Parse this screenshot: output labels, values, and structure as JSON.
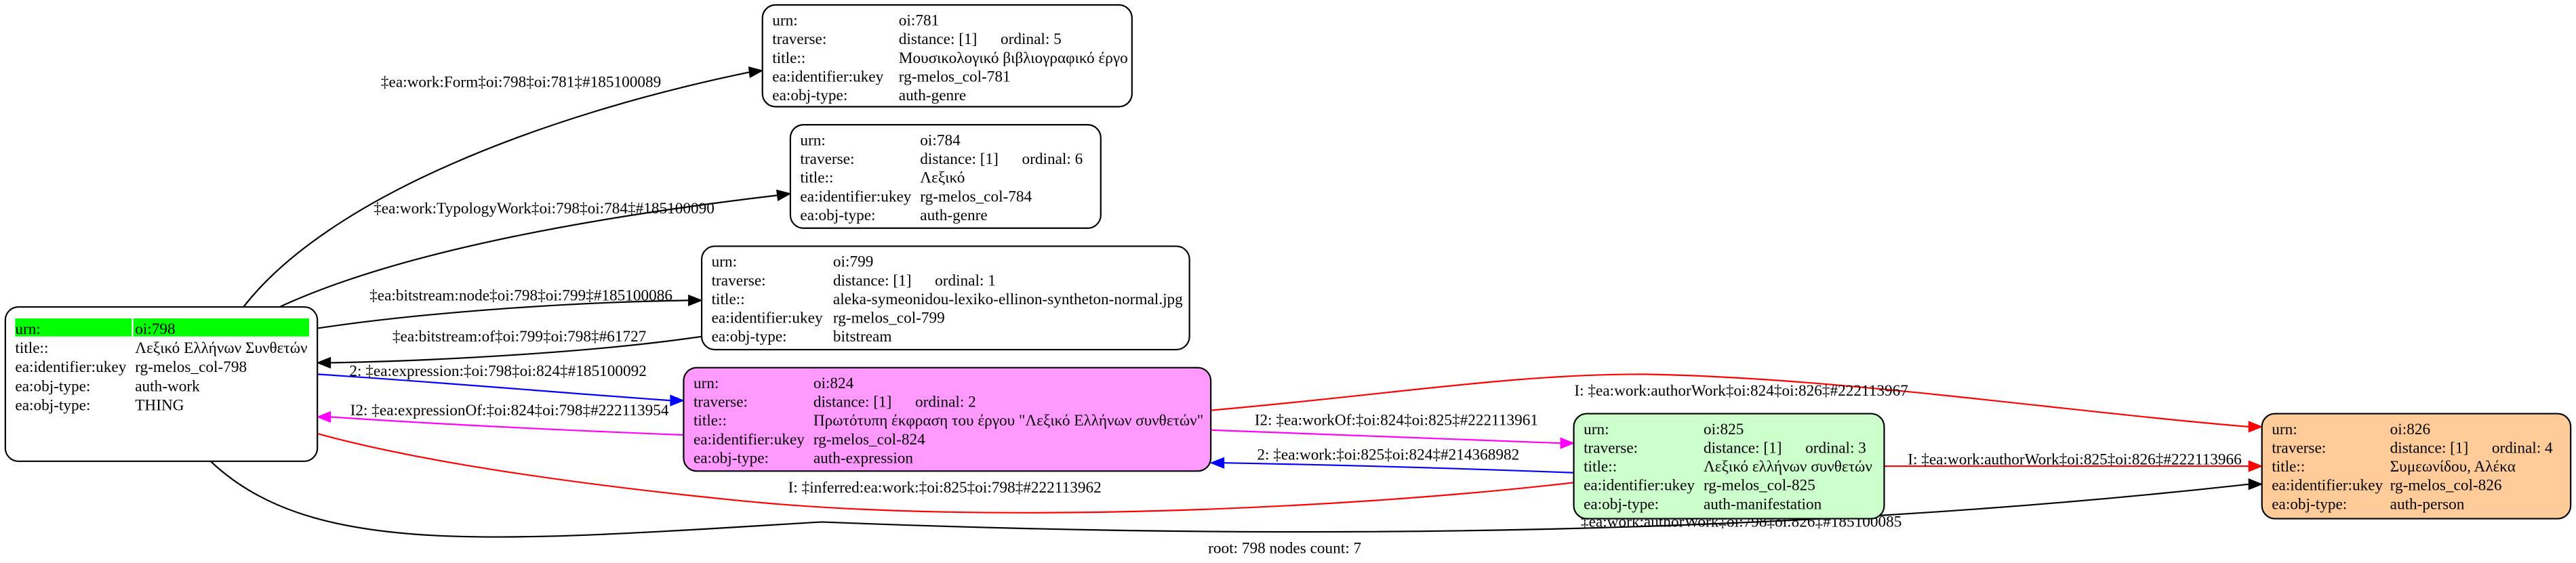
{
  "colors": {
    "root_highlight": "#00ff00",
    "expression_fill": "#ff99ff",
    "manifestation_fill": "#ccffcc",
    "person_fill": "#ffcc99",
    "default_fill": "#ffffff",
    "edge_black": "#000000",
    "edge_blue": "#0000ff",
    "edge_magenta": "#ff00ff",
    "edge_red": "#ff0000"
  },
  "nodes": {
    "n781": {
      "fill": "default_fill",
      "rows": [
        {
          "k": "urn:",
          "v": "oi:781"
        },
        {
          "k": "traverse:",
          "v": "distance: [1]",
          "v2": "ordinal: 5"
        },
        {
          "k": "title::",
          "v": "Μουσικολογικό βιβλιογραφικό έργο"
        },
        {
          "k": "ea:identifier:ukey",
          "v": "rg-melos_col-781"
        },
        {
          "k": "ea:obj-type:",
          "v": "auth-genre"
        }
      ]
    },
    "n784": {
      "fill": "default_fill",
      "rows": [
        {
          "k": "urn:",
          "v": "oi:784"
        },
        {
          "k": "traverse:",
          "v": "distance: [1]",
          "v2": "ordinal: 6"
        },
        {
          "k": "title::",
          "v": "Λεξικό"
        },
        {
          "k": "ea:identifier:ukey",
          "v": "rg-melos_col-784"
        },
        {
          "k": "ea:obj-type:",
          "v": "auth-genre"
        }
      ]
    },
    "n799": {
      "fill": "default_fill",
      "rows": [
        {
          "k": "urn:",
          "v": "oi:799"
        },
        {
          "k": "traverse:",
          "v": "distance: [1]",
          "v2": "ordinal: 1"
        },
        {
          "k": "title::",
          "v": "aleka-symeonidou-lexiko-ellinon-syntheton-normal.jpg"
        },
        {
          "k": "ea:identifier:ukey",
          "v": "rg-melos_col-799"
        },
        {
          "k": "ea:obj-type:",
          "v": "bitstream"
        }
      ]
    },
    "n798": {
      "fill": "default_fill",
      "root": true,
      "rows": [
        {
          "k": "urn:",
          "v": "oi:798"
        },
        {
          "k": "title::",
          "v": "Λεξικό Ελλήνων Συνθετών"
        },
        {
          "k": "ea:identifier:ukey",
          "v": "rg-melos_col-798"
        },
        {
          "k": "ea:obj-type:",
          "v": "auth-work"
        },
        {
          "k": "ea:obj-type:",
          "v": "THING"
        }
      ]
    },
    "n824": {
      "fill": "expression_fill",
      "rows": [
        {
          "k": "urn:",
          "v": "oi:824"
        },
        {
          "k": "traverse:",
          "v": "distance: [1]",
          "v2": "ordinal: 2"
        },
        {
          "k": "title::",
          "v": "Πρωτότυπη έκφραση του έργου \"Λεξικό Ελλήνων συνθετών\""
        },
        {
          "k": "ea:identifier:ukey",
          "v": "rg-melos_col-824"
        },
        {
          "k": "ea:obj-type:",
          "v": "auth-expression"
        }
      ]
    },
    "n825": {
      "fill": "manifestation_fill",
      "rows": [
        {
          "k": "urn:",
          "v": "oi:825"
        },
        {
          "k": "traverse:",
          "v": "distance: [1]",
          "v2": "ordinal: 3"
        },
        {
          "k": "title::",
          "v": "Λεξικό ελλήνων συνθετών"
        },
        {
          "k": "ea:identifier:ukey",
          "v": "rg-melos_col-825"
        },
        {
          "k": "ea:obj-type:",
          "v": "auth-manifestation"
        }
      ]
    },
    "n826": {
      "fill": "person_fill",
      "rows": [
        {
          "k": "urn:",
          "v": "oi:826"
        },
        {
          "k": "traverse:",
          "v": "distance: [1]",
          "v2": "ordinal: 4"
        },
        {
          "k": "title::",
          "v": "Συμεωνίδου, Αλέκα"
        },
        {
          "k": "ea:identifier:ukey",
          "v": "rg-melos_col-826"
        },
        {
          "k": "ea:obj-type:",
          "v": "auth-person"
        }
      ]
    }
  },
  "edges": [
    {
      "id": "e1",
      "from": "n798",
      "to": "n781",
      "color": "edge_black",
      "label": "‡ea:work:Form‡oi:798‡oi:781‡#185100089"
    },
    {
      "id": "e2",
      "from": "n798",
      "to": "n784",
      "color": "edge_black",
      "label": "‡ea:work:TypologyWork‡oi:798‡oi:784‡#185100090"
    },
    {
      "id": "e3",
      "from": "n798",
      "to": "n799",
      "color": "edge_black",
      "label": "‡ea:bitstream:node‡oi:798‡oi:799‡#185100086"
    },
    {
      "id": "e4",
      "from": "n799",
      "to": "n798",
      "color": "edge_black",
      "label": "‡ea:bitstream:of‡oi:799‡oi:798‡#61727"
    },
    {
      "id": "e5",
      "from": "n798",
      "to": "n824",
      "color": "edge_blue",
      "label": "2: ‡ea:expression:‡oi:798‡oi:824‡#185100092"
    },
    {
      "id": "e6",
      "from": "n824",
      "to": "n798",
      "color": "edge_magenta",
      "label": "I2: ‡ea:expressionOf:‡oi:824‡oi:798‡#222113954"
    },
    {
      "id": "e7",
      "from": "n824",
      "to": "n826",
      "color": "edge_red",
      "label": "I: ‡ea:work:authorWork‡oi:824‡oi:826‡#222113967"
    },
    {
      "id": "e8",
      "from": "n824",
      "to": "n825",
      "color": "edge_magenta",
      "label": "I2: ‡ea:workOf:‡oi:824‡oi:825‡#222113961"
    },
    {
      "id": "e9",
      "from": "n825",
      "to": "n824",
      "color": "edge_blue",
      "label": "2: ‡ea:work:‡oi:825‡oi:824‡#214368982"
    },
    {
      "id": "e10",
      "from": "n825",
      "to": "n826",
      "color": "edge_red",
      "label": "I: ‡ea:work:authorWork‡oi:825‡oi:826‡#222113966"
    },
    {
      "id": "e11",
      "from": "n825",
      "to": "n798",
      "color": "edge_red",
      "label": "I: ‡inferred:ea:work:‡oi:825‡oi:798‡#222113962"
    },
    {
      "id": "e12",
      "from": "n798",
      "to": "n826",
      "color": "edge_black",
      "label": "‡ea:work:authorWork‡oi:798‡oi:826‡#185100085"
    }
  ],
  "footer": "root: 798 nodes count: 7"
}
